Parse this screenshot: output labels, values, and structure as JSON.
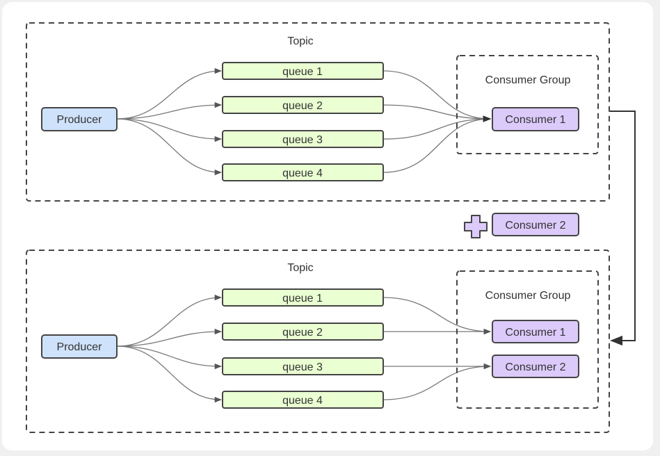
{
  "diagram": {
    "top": {
      "topic_label": "Topic",
      "producer_label": "Producer",
      "queues": [
        "queue 1",
        "queue 2",
        "queue 3",
        "queue 4"
      ],
      "group_label": "Consumer Group",
      "consumers": [
        "Consumer 1"
      ]
    },
    "middle": {
      "added_consumer_label": "Consumer 2"
    },
    "bottom": {
      "topic_label": "Topic",
      "producer_label": "Producer",
      "queues": [
        "queue 1",
        "queue 2",
        "queue 3",
        "queue 4"
      ],
      "group_label": "Consumer Group",
      "consumers": [
        "Consumer 1",
        "Consumer 2"
      ]
    },
    "colors": {
      "producer_fill": "#cfe2fb",
      "queue_fill": "#eaffd2",
      "consumer_fill": "#dccafb",
      "stroke": "#444444",
      "edge": "#777777",
      "plus_fill": "#dccafb"
    }
  }
}
